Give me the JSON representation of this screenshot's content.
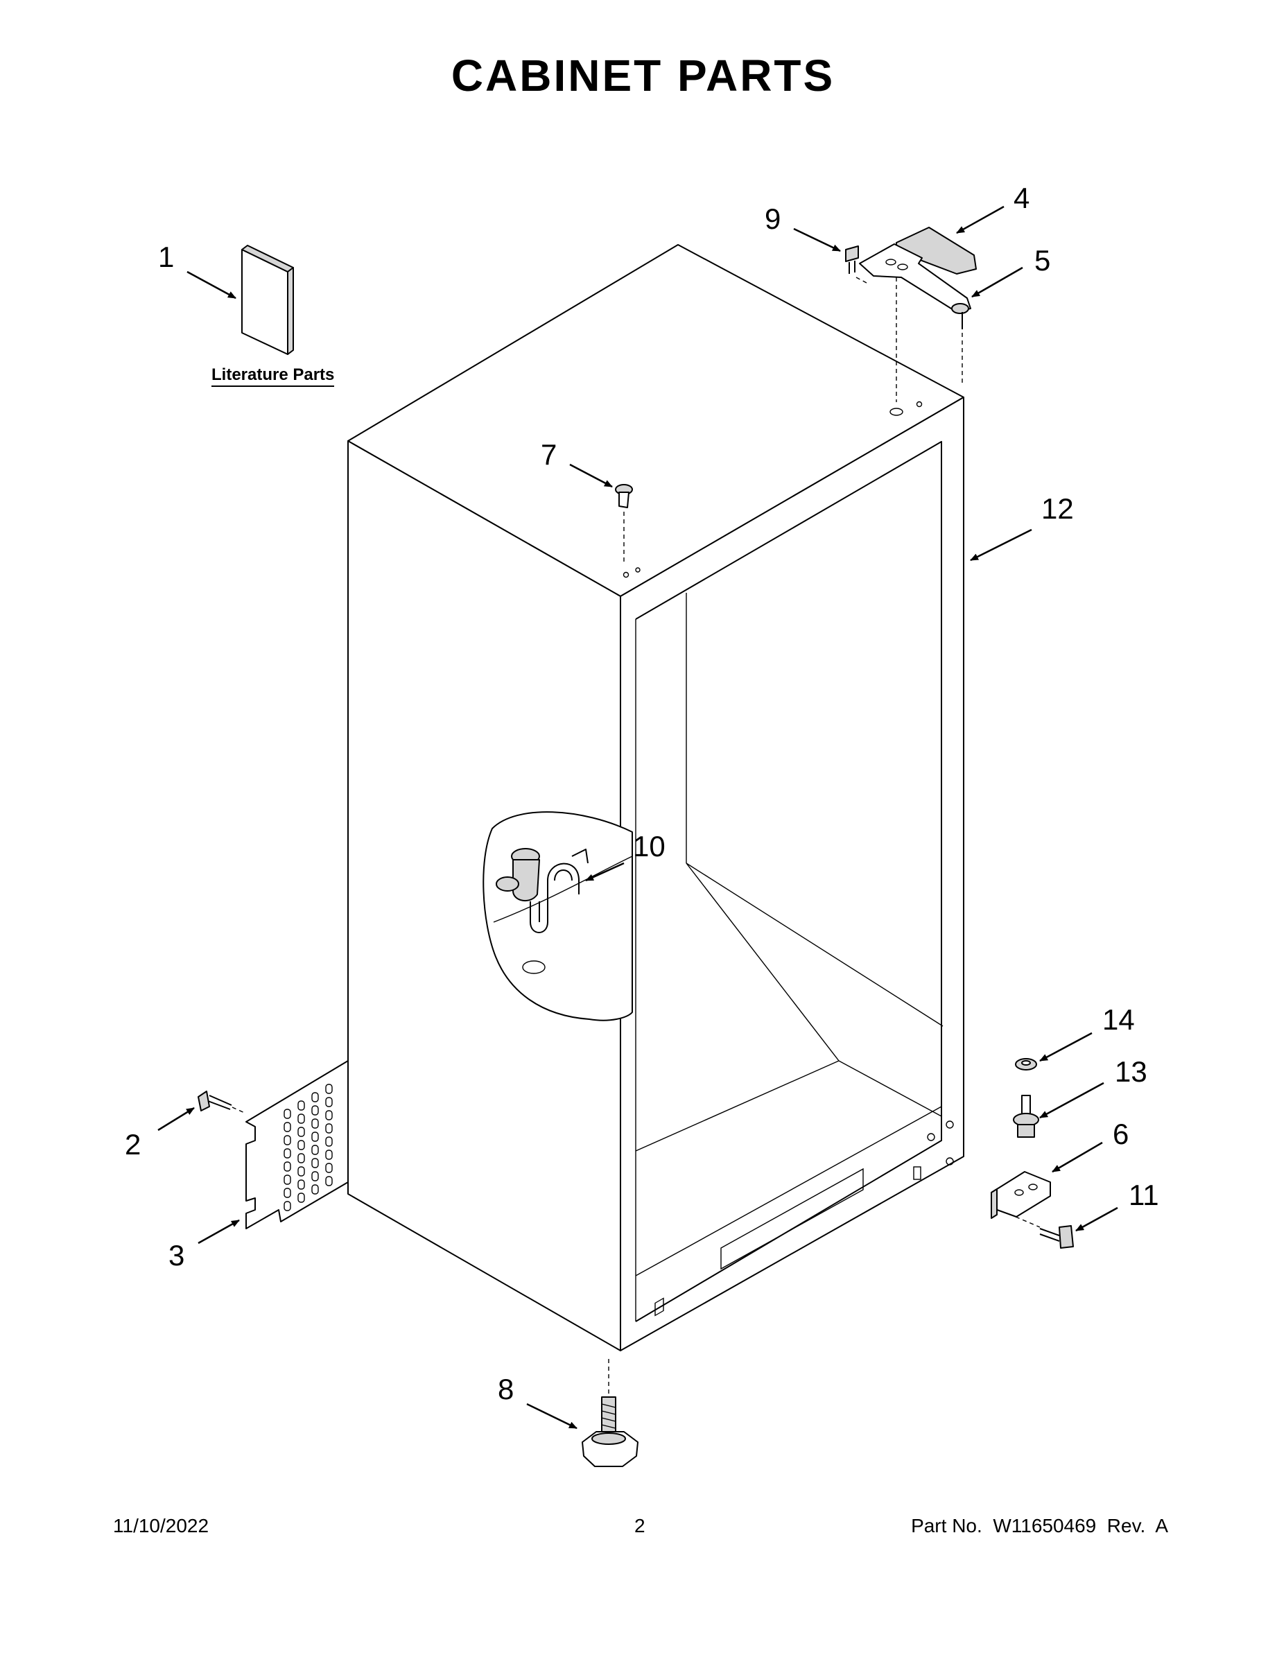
{
  "title": "CABINET PARTS",
  "literature_label": "Literature Parts",
  "callouts": [
    "1",
    "2",
    "3",
    "4",
    "5",
    "6",
    "7",
    "8",
    "9",
    "10",
    "11",
    "12",
    "13",
    "14"
  ],
  "footer": {
    "date": "11/10/2022",
    "page": "2",
    "part": "Part No.  W11650469  Rev.  A"
  }
}
